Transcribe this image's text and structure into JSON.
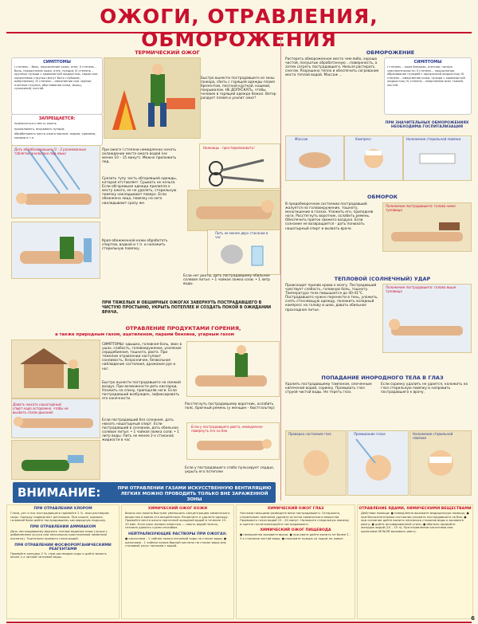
{
  "title": "ОЖОГИ, ОТРАВЛЕНИЯ, ОБМОРОЖЕНИЯ",
  "sections": {
    "thermal": "ТЕРМИЧЕСКИЙ ОЖОГ",
    "combustion": "ОТРАВЛЕНИЕ ПРОДУКТАМИ ГОРЕНИЯ,",
    "combustion_sub": "а также природным газом, ацетиленом, парами бензина, угарным газом",
    "frostbite": "ОБМОРОЖЕНИЕ",
    "faint": "ОБМОРОК",
    "heatstroke": "ТЕПЛОВОЙ (СОЛНЕЧНЫЙ) УДАР",
    "eye": "ПОПАДАНИЕ ИНОРОДНОГО ТЕЛА В ГЛАЗ"
  },
  "symptoms_thermal": {
    "title": "СИМПТОМЫ",
    "body": "I степень – боль, покраснение кожи, отек; II степень – боль, покраснение кожи, отек, пузыри; III степень – крупные пузыри с кровянистой жидкостью, серые или коричневые струпья (могут быть глубокие, омертвение); IV степень – омертвение или черные плотные струпья, обугливание кожи, мышц, сухожилий, костей."
  },
  "forbidden": {
    "title": "ЗАПРЕЩАЕТСЯ:",
    "items": [
      "прикасаться к месту ожога;",
      "прокалывать, вскрывать пузыри;",
      "обрабатывать место ожога маслом, жиром, кремами, мазями и т.п."
    ]
  },
  "thermal_steps": {
    "step1": "Быстро вынести пострадавшего из зоны пожара, сбить с горящей одежды пламя брезентом, плотной курткой, кошмой, покрывалом. НЕ ДОПУСКАТЬ, чтобы человек в горящей одежде бежал. Ветер раздует пламя и усилит ожог!",
    "step2": "При ожоге I степени немедленно начать охлаждение места ожога водой (не менее 10 – 15 минут). Можно приложить лед.",
    "step3": "Срезать тупу часть обгоревшей одежды, которая отставляет. Срывать не нельзя. Если обгоревшая одежда прилипла к месту ожога, ее не удалять, стерильную повязку накладывают поверх. Если обожжена лицо, повязку на него накладывают сразу же.",
    "step4": "Края обожженной кожи обработать спиртом, водкой и т.п. и наложить стерильную повязку.",
    "step5": "Если нет рвоты, дать пострадавшему обильное солевое питье: • 1 чайная ложка соли; • 1 литр воды.",
    "big_burn": "ПРИ ТЯЖЕЛЫХ И ОБШИРНЫХ ОЖОГАХ ЗАВЕРНУТЬ ПОСТРАДАВШЕГО В ЧИСТУЮ ПРОСТЫНЮ, УКРЫТЬ ПОТЕПЛЕЕ И СОЗДАТЬ ПОКОЙ В ОЖИДАНИИ ВРАЧА."
  },
  "captions": {
    "anesthesia": "Дать обезболивающее (1 - 2 разжеванные таблетки анальгина под язык)",
    "scissors": "Ножницы - простерилизовать!",
    "drink": "Пить не менее двух стаканов в час",
    "pulse": "Давать нюхать нашатырный спирт надо осторожно, чтобы не вызвать спазм дыхания",
    "side_pose": "Если у пострадавшего рвота, немедленно повернуть его на бок",
    "massage": "Массаж",
    "compress": "Компресс",
    "bandage": "Наложение стерильной повязки",
    "faint_pose": "Положение пострадавшего: голова ниже туловища",
    "heat_pose": "Положение пострадавшего: голова выше туловища",
    "eye_rinse": "Промывание глаза",
    "eye_check": "Проверка состояния глаз",
    "eye_bandage": "Наложение стерильной повязки"
  },
  "combustion": {
    "symptoms": "СИМПТОМЫ: одышка, головная боль, звон в ушах, слабость, головокружение, усиление сердцебиения, тошнота, рвота. При тяжелом отравлении наступают сонливость, безразличие, безвольное наблюдение состояния, дрожание рук и ног.",
    "step1": "Быстро вынести пострадавшего на свежий воздух. При возможности дать кислород. Уложить на спину, приподняв ноги. Если пострадавший возбужден, зафиксировать его конечности.",
    "step2": "Расстегнуть пострадавшему воротник, ослабить пояс, брючный ремень (у женщин - бюстгальтер)",
    "step3": "Если пострадавший без сознания, дать нюхать нашатырный спирт. Если пострадавший в сознании, дать обильное солевое питье: • 1 чайная ложка соли; • 1 литр воды. Пить не менее 2-х стаканов жидкости в час",
    "step4": "Если у пострадавшего слабо пульсирует сердце, укрыть его потеплее"
  },
  "frostbite": {
    "body": "Растереть обмороженное место чем-либо, хорошо чистой, полуштык обработанную ...поверхность, а затем согреть пострадавшего. Нельзя растирать снегом. Разрешено тепло и обеспечить согревание места теплой водой. Массаж ...",
    "symptoms_title": "СИМПТОМЫ",
    "symptoms": "I степень – кожа бледная, отечная, потеря чувствительности; II степень – покраснение, образование пузырей с прозрачной жидкостью; III степень – омертвение кожи, пузыри с кровянистой жидкостью; IV степень – омертвение всех тканей, костей.",
    "hospital": "ПРИ ЗНАЧИТЕЛЬНЫХ ОБМОРОЖЕНИЯХ НЕОБХОДИМА ГОСПИТАЛИЗАЦИЯ"
  },
  "faint": {
    "body": "В предобморочном состоянии пострадавший жалуется на головокружение, тошноту, мельтешение в глазах. Уложить его, приподняв ноги. Расстегнуть воротник, ослабить ремень. Обеспечить приток свежего воздуха. Если сознание не возвращается - дать понюхать нашатырный спирт и вызвать врача."
  },
  "heatstroke": {
    "body": "Происходит прилив крови к мозгу. Пострадавший чувствует слабость, головную боль, тошноту. Температура тела повышается до 40-41°С. Пострадавшего нужно перенести в тень, уложить, снять стесняющую одежду, положить холодный компресс на голову и шею, давать обильное прохладное питье."
  },
  "eye": {
    "left": "Удалить пострадавшему тампоном, смоченным кипяченой водой, соринку. Промывать глаз струей чистой воды. Не тереть глаз.",
    "right": "Если соринку удалить не удается, наложить на глаз стерильную повязку и направить пострадавшего к врачу."
  },
  "warning": {
    "title": "ВНИМАНИЕ:",
    "text": "ПРИ ОТРАВЛЕНИИ ГАЗАМИ ИСКУССТВЕННУЮ ВЕНТИЛЯЦИЮ ЛЕГКИХ МОЖНО ПРОВОДИТЬ ТОЛЬКО ВНЕ ЗАРАЖЕННОЙ ЗОНЫ"
  },
  "bottom": {
    "chlorine_h": "ПРИ ОТРАВЛЕНИИ ХЛОРОМ",
    "chlorine_b": "Глаза, рот и нос пострадавшего промойте 2 % -ным раствором соды. Одежду подвергают дегазации. При кашле, одышке, головной боли дайте пострадавшему кислородную подушку.",
    "ammonia_h": "ПРИ ОТРАВЛЕНИИ АММИАКОМ",
    "ammonia_b": "Дать пострадавшему вдыхать теплые водяные пары (лучше с добавлением уксуса или нескольких кристалликов лимонной кислоты). Тщательно промыть глаза водой.",
    "fos_h": "ПРИ ОТРАВЛЕНИИ ФОСФОРОРГАНИЧЕСКИМИ РЕАГЕНТАМИ",
    "fos_b": "Промойте желудок 2 % -ным раствором соды и дайте выпить около 2-х литров питьевой воды.",
    "chem_burn_h": "ХИМИЧЕСКИЙ ОЖОГ КОЖИ",
    "chem_burn_b": "Важно как можно быстрее уменьшить концентрацию химического вещества и время его воздействия. Разделите и удалите одежду. Промойте место ожога проточной холодной водой в течение 15 - 20 мин. Если ожог вызван известью — смыть водой нельзя, сначала удалить сухим способом.",
    "neutral_h": "НЕЙТРАЛИЗУЮЩИЕ РАСТВОРЫ ПРИ ОЖОГАХ:",
    "neutral_b": "● кислотами - 1 чайная ложка питьевой соды на стакан воды; ● щелочами - 1 чайная ложка борной кислоты на стакан воды или столовый уксус пополам с водой.",
    "chem_eye_h": "ХИМИЧЕСКИЙ ОЖОГ ГЛАЗ",
    "chem_eye_b": "Частыми пальцами разведите веки пострадавшего. Осторожно, стерильным тампоном удалите остатки химического вещества. Промывать глаза водой 15 - 20 минут. Наложите стерильную повязку и срочно госпитализируйте пострадавшего.",
    "esoph_h": "ХИМИЧЕСКИЙ ОЖОГ ПИЩЕВОДА",
    "esoph_b": "● немедленно вызовите врача. ● при рвоте дайте выпить не более 2 - 3-х стаканов чистой воды. ● положите пузырь со льдом на живот.",
    "food_h": "ОТРАВЛЕНИЕ ЯДАМИ, ХИМИЧЕСКИМИ ВЕЩЕСТВАМИ",
    "food_b": "Действия помощи: ● немедленно вызовите медицинскую помощь; ● при бессознательном состоянии уложите пострадавшего на бок; ● при сознании дайте выпить несколько стаканов воды и вызовите рвоту; ● дайте активированный уголь; ● обильно промойте желудок водой (10 – 15 л). При отравлении кислотами или щелочами НЕЛЬЗЯ вызывать рвоту."
  },
  "page_number": "6"
}
